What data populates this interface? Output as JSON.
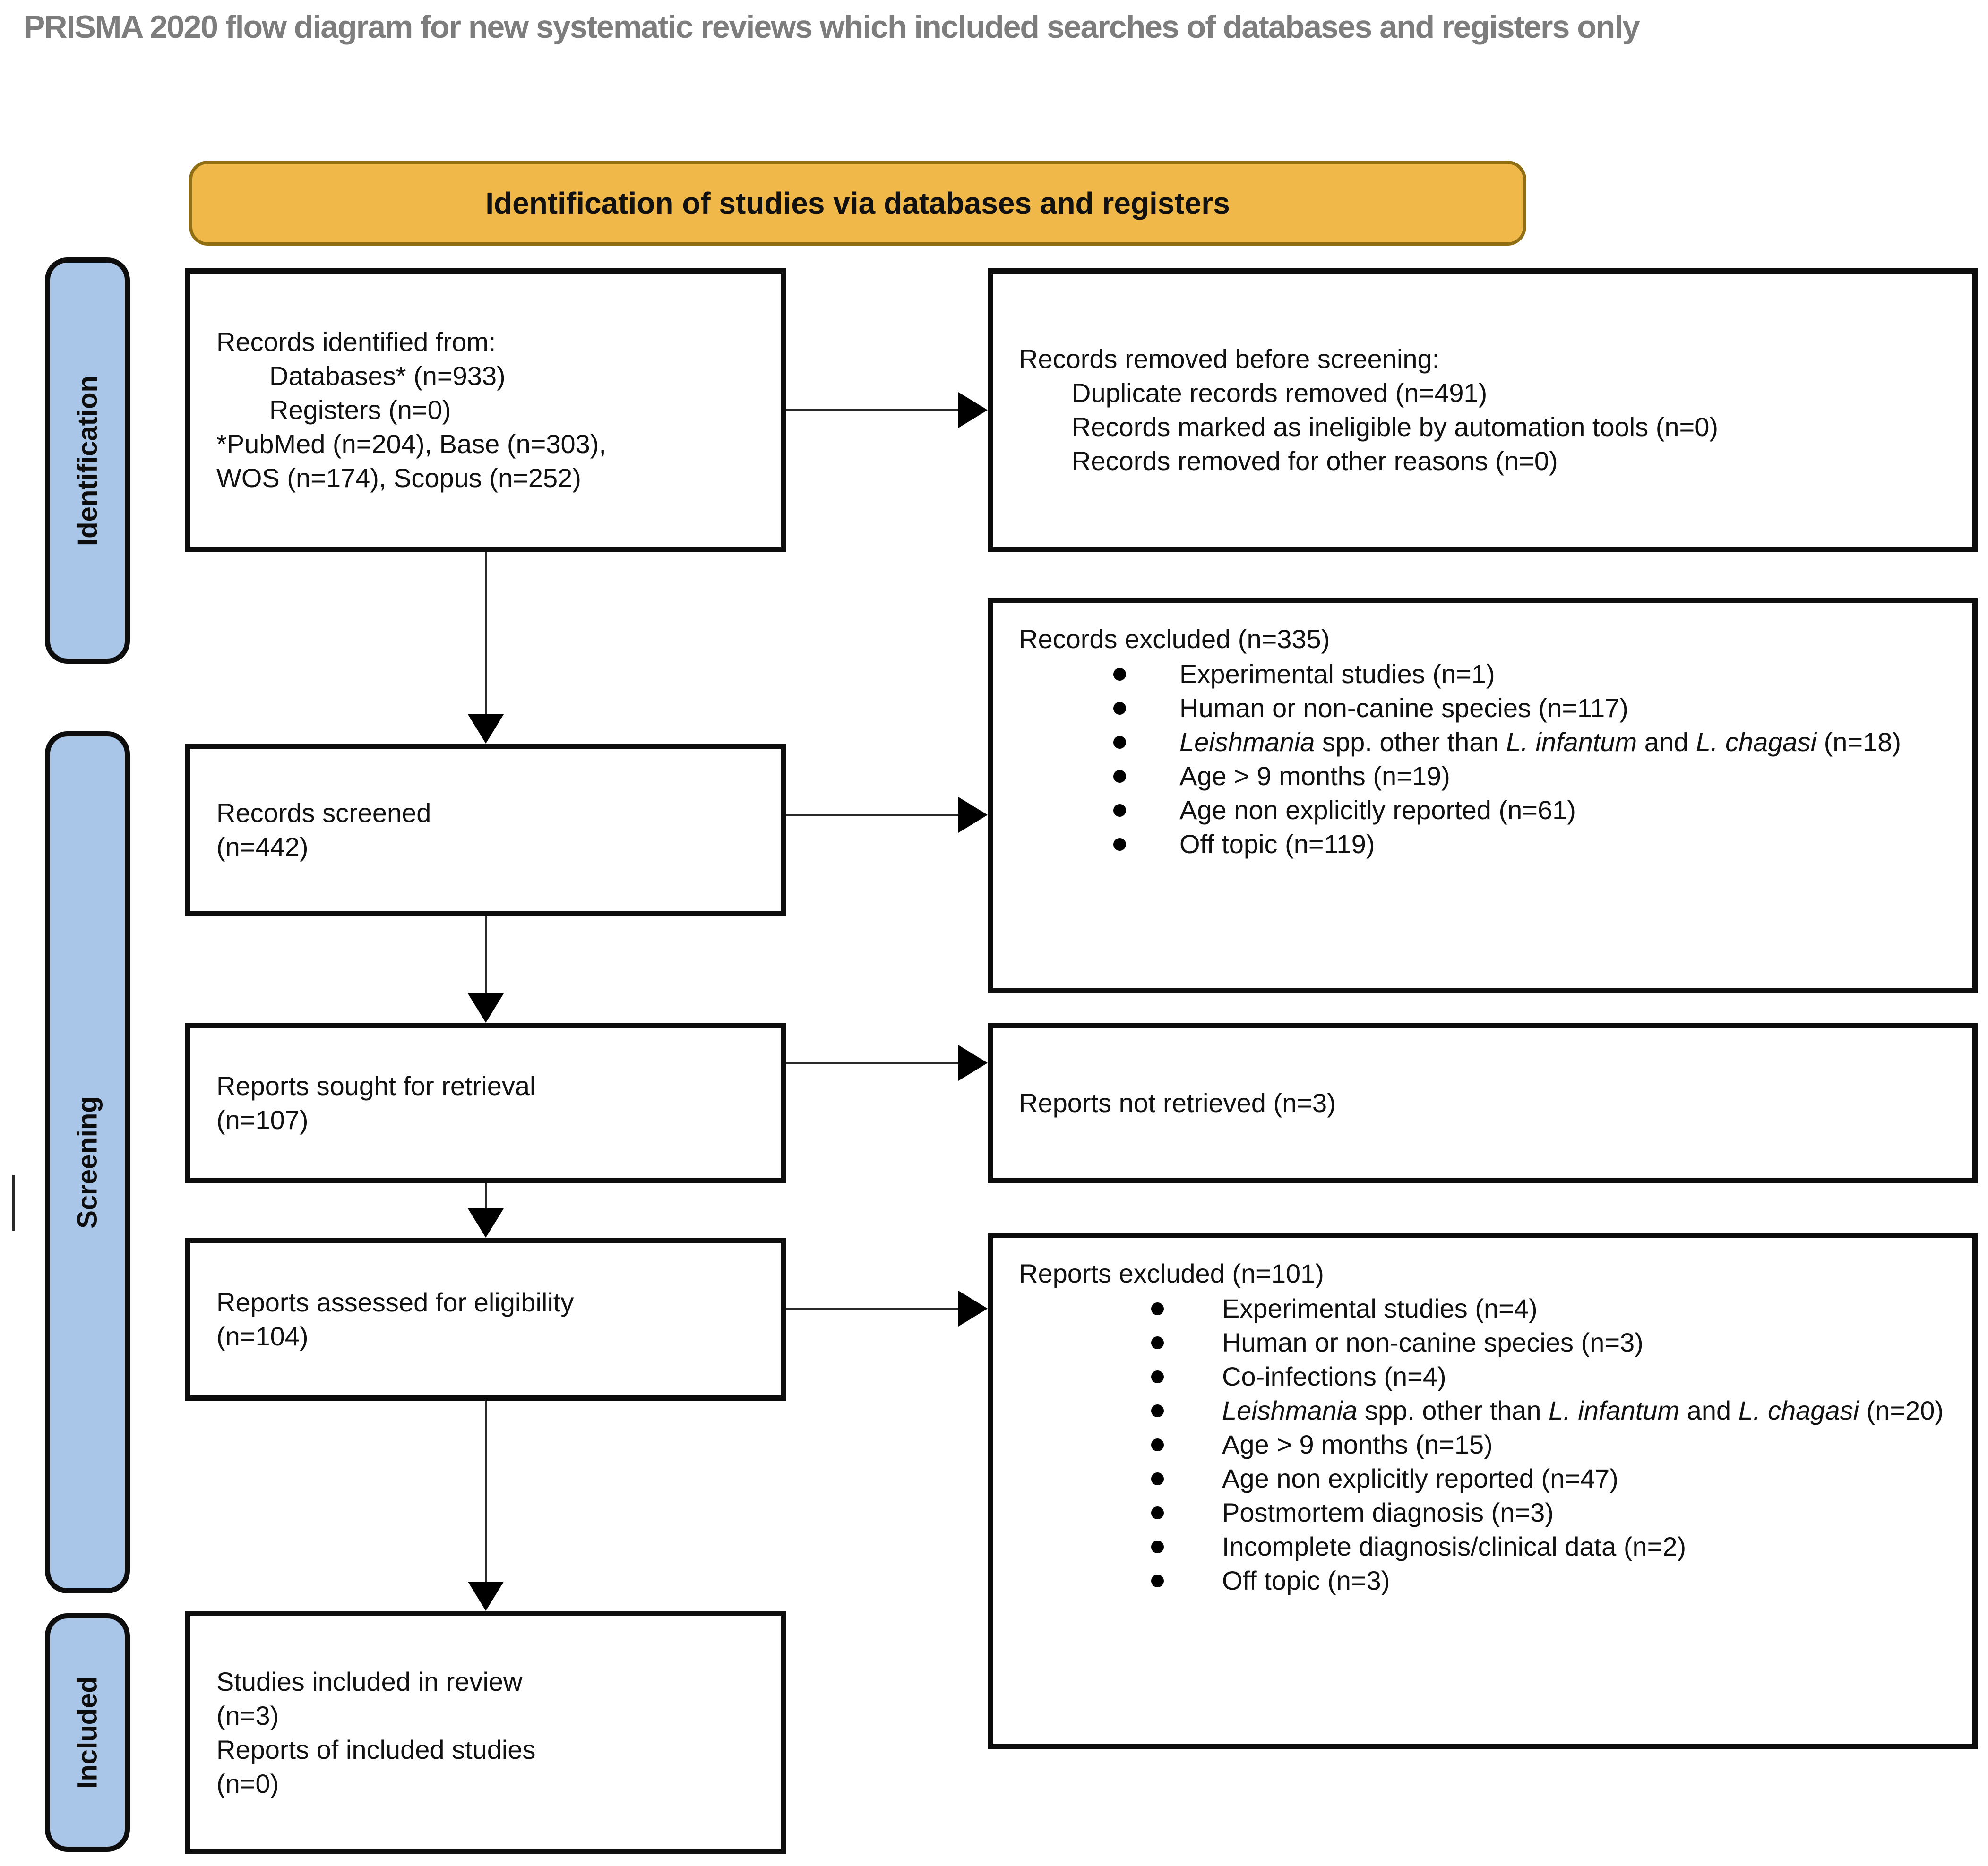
{
  "page_title": "PRISMA 2020 flow diagram for new systematic reviews which included searches of databases and registers only",
  "colors": {
    "banner_bg": "#F0B849",
    "banner_border": "#8F6E14",
    "sidebar_bg": "#A9C5E8",
    "sidebar_border": "#0d0d0d",
    "title_color": "#7d7d7d",
    "box_border": "#0d0d0d"
  },
  "banner": {
    "label": "Identification of studies via databases and registers"
  },
  "sidebar": {
    "identification": "Identification",
    "screening": "Screening",
    "included": "Included"
  },
  "boxes": {
    "records_identified": {
      "lines": [
        {
          "text": "Records identified from:",
          "indent": false
        },
        {
          "text": "Databases* (n=933)",
          "indent": true
        },
        {
          "text": "Registers (n=0)",
          "indent": true
        },
        {
          "text": "*PubMed (n=204), Base (n=303),",
          "indent": false
        },
        {
          "text": "WOS (n=174), Scopus (n=252)",
          "indent": false
        }
      ]
    },
    "records_removed": {
      "header": "Records removed before screening:",
      "items": [
        "Duplicate records removed (n=491)",
        "Records marked as ineligible by automation tools (n=0)",
        "Records removed for other reasons (n=0)"
      ]
    },
    "records_screened": {
      "lines": [
        "Records screened",
        "(n=442)"
      ]
    },
    "records_excluded": {
      "header": "Records excluded (n=335)",
      "items": [
        [
          {
            "t": "Experimental studies (n=1)"
          }
        ],
        [
          {
            "t": "Human or non-canine species (n=117)"
          }
        ],
        [
          {
            "t": "Leishmania",
            "i": true
          },
          {
            "t": " spp. other than "
          },
          {
            "t": "L. infantum",
            "i": true
          },
          {
            "t": " and "
          },
          {
            "t": "L. chagasi",
            "i": true
          },
          {
            "t": " (n=18)"
          }
        ],
        [
          {
            "t": "Age > 9 months (n=19)"
          }
        ],
        [
          {
            "t": "Age non explicitly reported (n=61)"
          }
        ],
        [
          {
            "t": "Off topic (n=119)"
          }
        ]
      ]
    },
    "reports_sought": {
      "lines": [
        "Reports sought for retrieval",
        "(n=107)"
      ]
    },
    "reports_not_retrieved": {
      "label": "Reports not retrieved (n=3)"
    },
    "reports_assessed": {
      "lines": [
        "Reports assessed for eligibility",
        "(n=104)"
      ]
    },
    "reports_excluded": {
      "header": "Reports excluded (n=101)",
      "items": [
        [
          {
            "t": "Experimental studies (n=4)"
          }
        ],
        [
          {
            "t": "Human or non-canine species (n=3)"
          }
        ],
        [
          {
            "t": "Co-infections (n=4)"
          }
        ],
        [
          {
            "t": "Leishmania",
            "i": true
          },
          {
            "t": " spp. other than "
          },
          {
            "t": "L. infantum",
            "i": true
          },
          {
            "t": " and "
          },
          {
            "t": "L. chagasi",
            "i": true
          },
          {
            "t": " (n=20)"
          }
        ],
        [
          {
            "t": "Age > 9 months (n=15)"
          }
        ],
        [
          {
            "t": "Age non explicitly reported (n=47)"
          }
        ],
        [
          {
            "t": "Postmortem diagnosis (n=3)"
          }
        ],
        [
          {
            "t": "Incomplete diagnosis/clinical data (n=2)"
          }
        ],
        [
          {
            "t": "Off topic (n=3)"
          }
        ]
      ]
    },
    "studies_included": {
      "lines": [
        "Studies included in review",
        "(n=3)",
        "Reports of included studies",
        "(n=0)"
      ]
    }
  }
}
